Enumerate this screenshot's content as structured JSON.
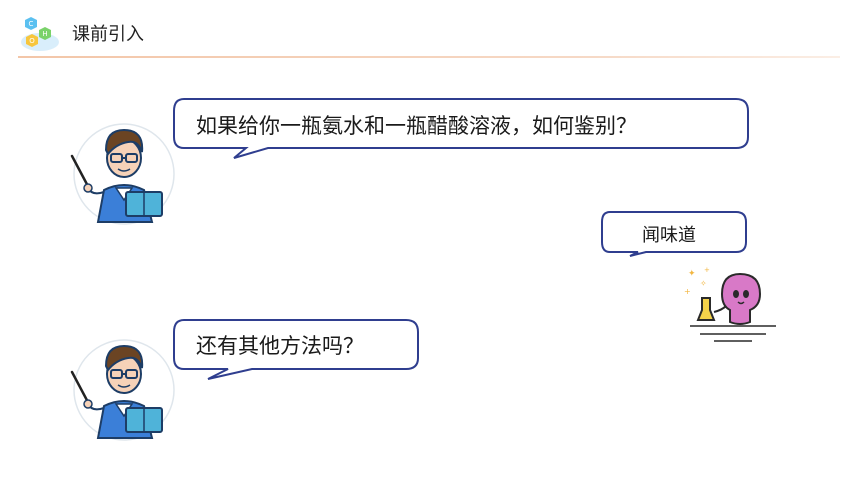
{
  "header": {
    "title": "课前引入"
  },
  "logo": {
    "letters": [
      "C",
      "H",
      "O"
    ]
  },
  "dialogue": {
    "teacher_question_1": "如果给你一瓶氨水和一瓶醋酸溶液，如何鉴别？",
    "student_answer": "闻味道",
    "teacher_question_2": "还有其他方法吗？"
  },
  "icons": {
    "logo": "chemistry-hexagon-logo-icon",
    "teacher": "teacher-with-book-icon",
    "student": "smelling-flask-icon"
  }
}
